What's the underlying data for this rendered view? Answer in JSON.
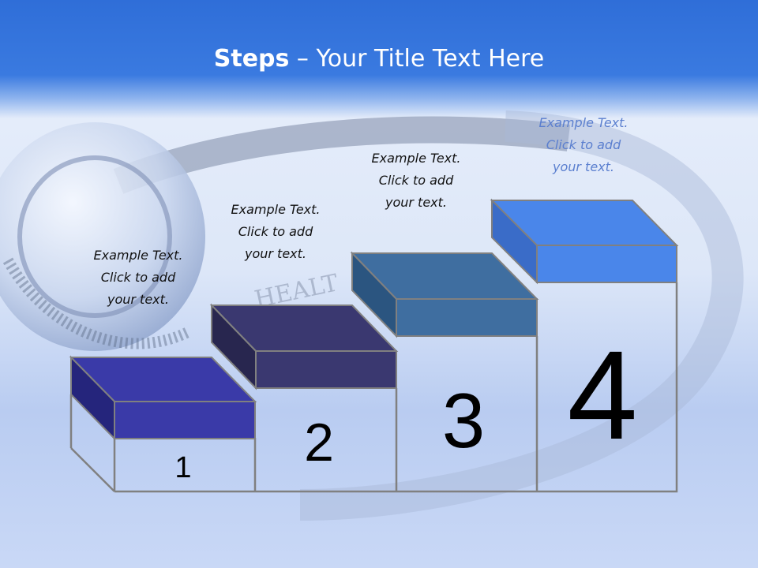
{
  "slide": {
    "title_bold": "Steps",
    "title_rest": " – Your Title Text Here",
    "background_word": "HEALT"
  },
  "steps": [
    {
      "number": "1",
      "caption": [
        "Example Text.",
        "Click  to add",
        "your text."
      ],
      "top_color": "#3a3aa8",
      "side_color": "#25257c"
    },
    {
      "number": "2",
      "caption": [
        "Example Text.",
        "Click  to add",
        "your text."
      ],
      "top_color": "#3a3870",
      "side_color": "#28264f"
    },
    {
      "number": "3",
      "caption": [
        "Example Text.",
        "Click  to add",
        "your text."
      ],
      "top_color": "#3f6ea0",
      "side_color": "#2b5580"
    },
    {
      "number": "4",
      "caption": [
        "Example Text.",
        "Click  to add",
        "your text."
      ],
      "top_color": "#4a86ea",
      "side_color": "#3a6cc8"
    }
  ],
  "colors": {
    "header_blue": "#2f6ed8",
    "outline": "#808080"
  }
}
